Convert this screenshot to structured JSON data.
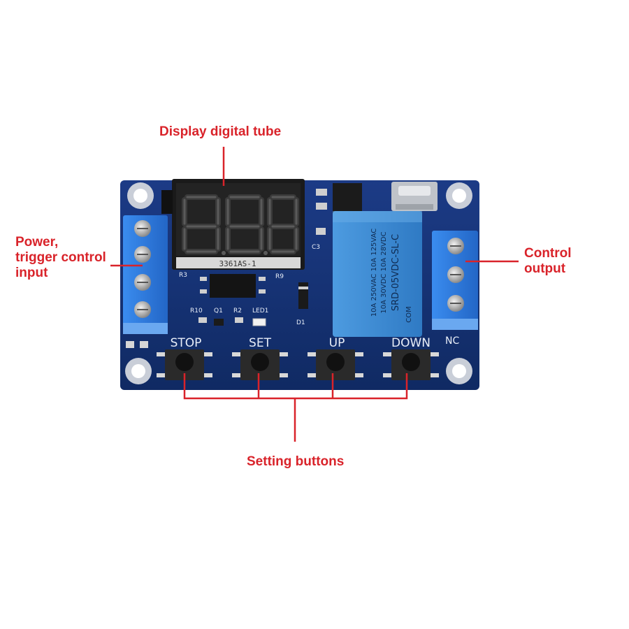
{
  "annotations": {
    "display": "Display digital tube",
    "power_line1": "Power,",
    "power_line2": "trigger control",
    "power_line3": "input",
    "control_line1": "Control",
    "control_line2": "output",
    "buttons": "Setting buttons"
  },
  "board": {
    "display_part": "3361AS-1",
    "relay_line1": "10A 250VAC 10A 125VAC",
    "relay_line2": "10A 30VDC 10A 28VDC",
    "relay_line3": "SRD-05VDC-SL-C",
    "relay_com": "COM",
    "terminal_nc": "NC",
    "label_r3": "R3",
    "label_r9": "R9",
    "label_r10": "R10",
    "label_q1": "Q1",
    "label_r2": "R2",
    "label_led1": "LED1",
    "label_d1": "D1",
    "label_c3": "C3",
    "button_stop": "STOP",
    "button_set": "SET",
    "button_up": "UP",
    "button_down": "DOWN"
  },
  "colors": {
    "accent_red": "#d9232a",
    "pcb_blue": "#14306e",
    "relay_blue": "#3d8fd1",
    "terminal_blue": "#2f7fe0"
  }
}
